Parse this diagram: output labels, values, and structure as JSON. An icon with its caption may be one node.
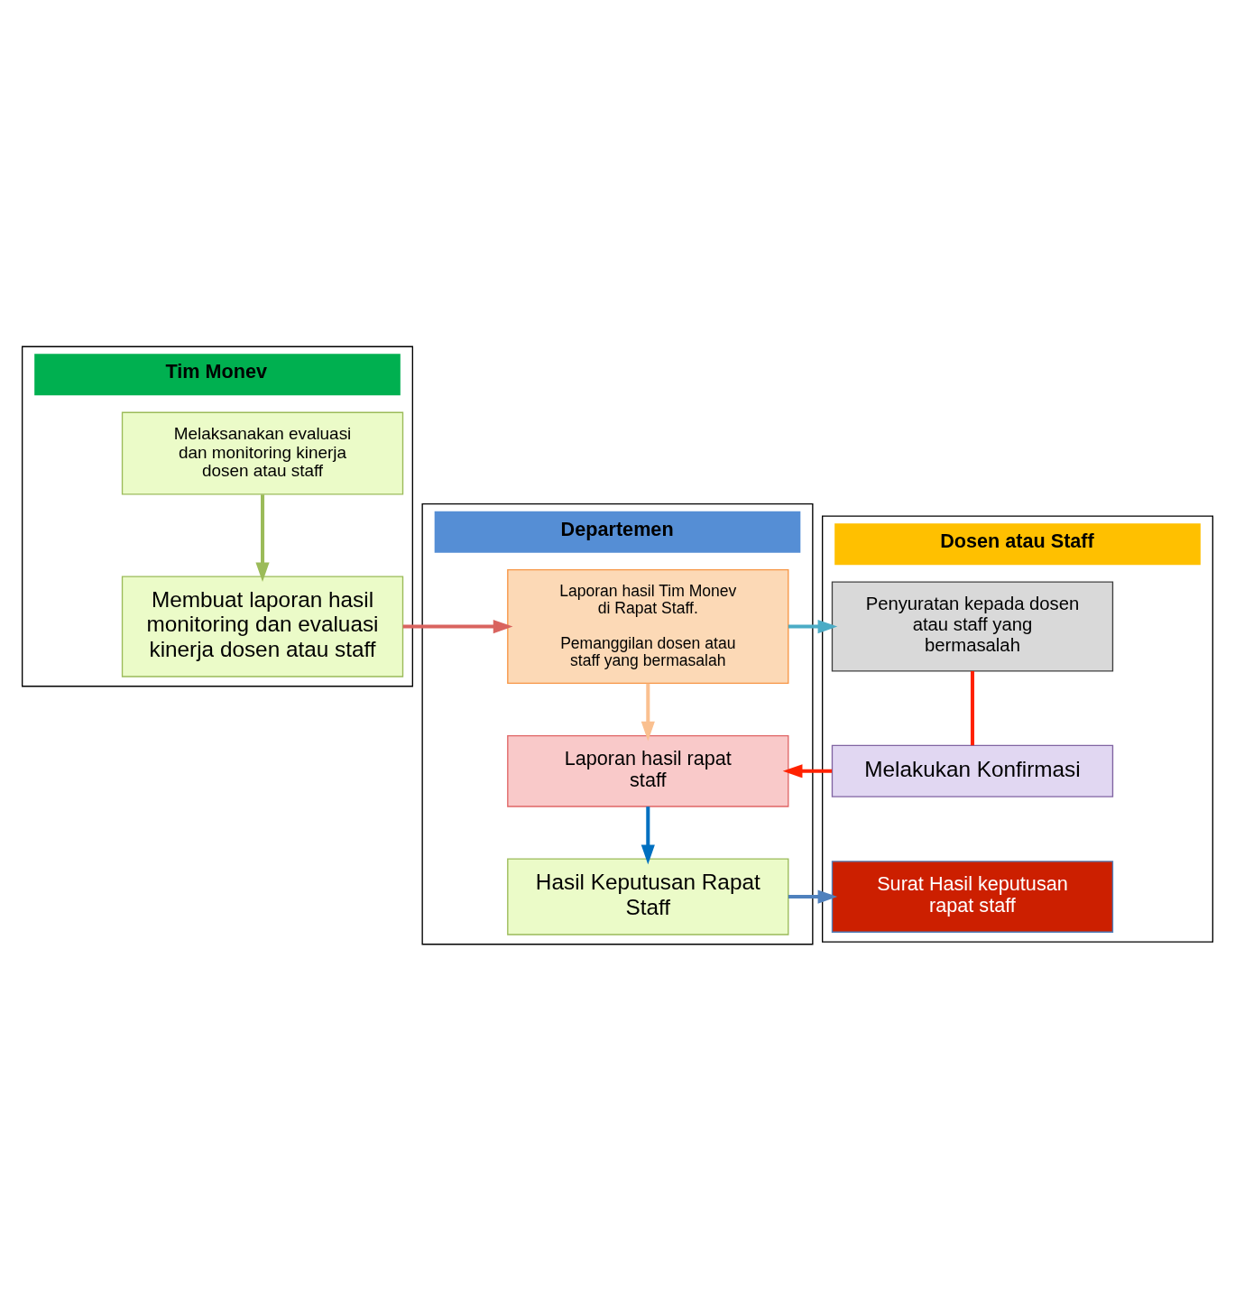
{
  "diagram": {
    "nodes": [
      {
        "text": [
          "Tim Monev"
        ]
      },
      {
        "text": [
          "Departemen"
        ]
      },
      {
        "text": [
          "Dosen atau Staff"
        ]
      },
      {
        "text": [
          "Melaksanakan evaluasi dan monitoring kinerja dosen atau staff"
        ],
        "in": 0
      },
      {
        "text": [
          "Membuat laporan hasil monitoring dan evaluasi kinerja dosen atau staff"
        ],
        "in": 0
      },
      {
        "text": [
          "Laporan hasil Tim Monev di Rapat Staff.",
          "Pemanggilan dosen atau staff yang bermasalah"
        ],
        "in": 1
      },
      {
        "text": [
          "Laporan hasil rapat staff"
        ],
        "in": 1
      },
      {
        "text": [
          "Hasil Keputusan Rapat Staff"
        ],
        "in": 1
      },
      {
        "text": [
          "Penyuratan kepada dosen atau staff yang bermasalah"
        ],
        "in": 2
      },
      {
        "text": [
          "Melakukan Konfirmasi"
        ],
        "in": 2
      },
      {
        "text": [
          "Surat Hasil keputusan rapat staff"
        ],
        "in": 2
      }
    ],
    "edges": [
      {
        "from": 3,
        "to": 4,
        "arrow": "to",
        "color": "#9bbb59"
      },
      {
        "from": 4,
        "to": 5,
        "arrow": "to",
        "color": "#d9645f"
      },
      {
        "from": 5,
        "to": 8,
        "arrow": "to",
        "color": "#4bacc6"
      },
      {
        "from": 5,
        "to": 6,
        "arrow": "to",
        "color": "#fac090"
      },
      {
        "from": 8,
        "to": 9,
        "arrow": "none",
        "color": "#ff2200"
      },
      {
        "from": 9,
        "to": 6,
        "arrow": "to",
        "color": "#ff2200"
      },
      {
        "from": 6,
        "to": 7,
        "arrow": "to",
        "color": "#0070c0"
      },
      {
        "from": 7,
        "to": 10,
        "arrow": "to",
        "color": "#4f81bd"
      }
    ]
  }
}
